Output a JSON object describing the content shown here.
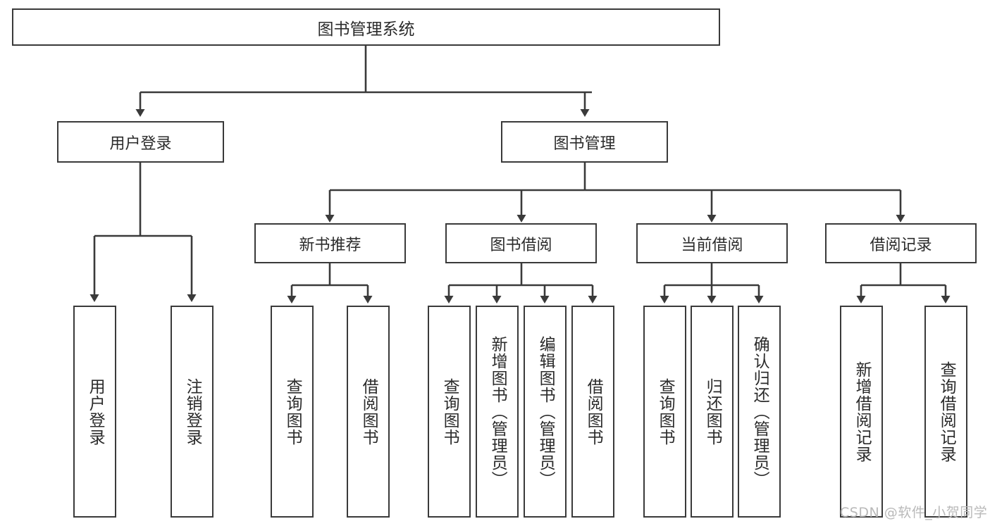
{
  "diagram": {
    "title": "图书管理系统",
    "root": {
      "label": "图书管理系统"
    },
    "level2": [
      {
        "label": "用户登录"
      },
      {
        "label": "图书管理"
      }
    ],
    "level3": [
      {
        "label": "新书推荐"
      },
      {
        "label": "图书借阅"
      },
      {
        "label": "当前借阅"
      },
      {
        "label": "借阅记录"
      }
    ],
    "leaves": {
      "user_login": [
        {
          "label": "用户登录"
        },
        {
          "label": "注销登录"
        }
      ],
      "new_book_recommend": [
        {
          "label": "查询图书"
        },
        {
          "label": "借阅图书"
        }
      ],
      "book_borrow": [
        {
          "label": "查询图书"
        },
        {
          "label": "新增图书（管理员）"
        },
        {
          "label": "编辑图书（管理员）"
        },
        {
          "label": "借阅图书"
        }
      ],
      "current_borrow": [
        {
          "label": "查询图书"
        },
        {
          "label": "归还图书"
        },
        {
          "label": "确认归还（管理员）"
        }
      ],
      "borrow_record": [
        {
          "label": "新增借阅记录"
        },
        {
          "label": "查询借阅记录"
        }
      ]
    },
    "watermark": "CSDN @软件_小贺同学",
    "colors": {
      "box_border": "#3a3a3a",
      "line": "#3a3a3a",
      "text": "#2b2b2b",
      "background": "#ffffff",
      "watermark": "#b9b9b9"
    }
  }
}
